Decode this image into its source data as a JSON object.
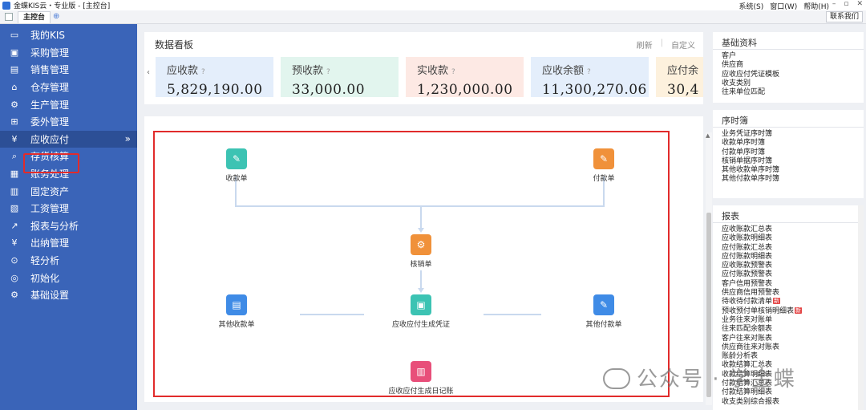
{
  "titlebar": {
    "title": "金蝶KIS云・专业版 - [主控台]",
    "menus": [
      "系统(S)",
      "窗口(W)",
      "帮助(H)"
    ],
    "controls": [
      "–",
      "▫",
      "✕"
    ]
  },
  "tabbar": {
    "main_tab": "主控台",
    "contact": "联系我们"
  },
  "sidebar": {
    "items": [
      {
        "label": "我的KIS",
        "icon": "monitor-icon"
      },
      {
        "label": "采购管理",
        "icon": "cart-icon"
      },
      {
        "label": "销售管理",
        "icon": "sales-icon"
      },
      {
        "label": "仓存管理",
        "icon": "warehouse-icon"
      },
      {
        "label": "生产管理",
        "icon": "gear-icon"
      },
      {
        "label": "委外管理",
        "icon": "grid-icon"
      },
      {
        "label": "应收应付",
        "icon": "invoice-icon"
      },
      {
        "label": "存货核算",
        "icon": "inventory-icon"
      },
      {
        "label": "账务处理",
        "icon": "ledger-icon"
      },
      {
        "label": "固定资产",
        "icon": "building-icon"
      },
      {
        "label": "工资管理",
        "icon": "salary-icon"
      },
      {
        "label": "报表与分析",
        "icon": "chart-icon"
      },
      {
        "label": "出纳管理",
        "icon": "cash-icon"
      },
      {
        "label": "轻分析",
        "icon": "analysis-icon"
      },
      {
        "label": "初始化",
        "icon": "init-icon"
      },
      {
        "label": "基础设置",
        "icon": "settings-icon"
      }
    ],
    "active_index": 6
  },
  "board": {
    "title": "数据看板",
    "actions": [
      "刷新",
      "自定义"
    ],
    "cards": [
      {
        "label": "应收款",
        "value": "5,829,190.00",
        "bg": "#e4eefb"
      },
      {
        "label": "预收款",
        "value": "33,000.00",
        "bg": "#e2f5ee"
      },
      {
        "label": "实收款",
        "value": "1,230,000.00",
        "bg": "#fde9e4"
      },
      {
        "label": "应收余额",
        "value": "11,300,270.06",
        "bg": "#e4eefb"
      },
      {
        "label": "应付余",
        "value": "30,4",
        "bg": "#fdf1dd"
      }
    ]
  },
  "flow": {
    "nodes": {
      "receipt": {
        "label": "收款单",
        "color": "#3cc3b3"
      },
      "payment": {
        "label": "付款单",
        "color": "#f0913a"
      },
      "writeoff": {
        "label": "核销单",
        "color": "#f0913a"
      },
      "other_receipt": {
        "label": "其他收款单",
        "color": "#3f8be6"
      },
      "voucher": {
        "label": "应收应付生成凭证",
        "color": "#3cc3b3"
      },
      "other_payment": {
        "label": "其他付款单",
        "color": "#3f8be6"
      },
      "journal": {
        "label": "应收应付生成日记账",
        "color": "#e84f7a"
      }
    }
  },
  "right": {
    "basic": {
      "title": "基础资料",
      "items": [
        "客户",
        "供应商",
        "应收应付凭证模板",
        "收支类别",
        "往来单位匹配"
      ]
    },
    "sequence": {
      "title": "序时簿",
      "items": [
        "业务凭证序时簿",
        "收款单序时簿",
        "付款单序时簿",
        "核销单据序时簿",
        "其他收款单序时簿",
        "其他付款单序时簿"
      ]
    },
    "reports": {
      "title": "报表",
      "items": [
        "应收账款汇总表",
        "应收账款明细表",
        "应付账款汇总表",
        "应付账款明细表",
        "应收账款预警表",
        "应付账款预警表",
        "客户信用预警表",
        "供应商信用预警表",
        "待收待付款清单",
        "预收预付单核销明细表",
        "业务往来对账单",
        "往来匹配余额表",
        "客户往来对账表",
        "供应商往来对账表",
        "账龄分析表",
        "收款结算汇总表",
        "收款结算明细表",
        "付款结算汇总表",
        "付款结算明细表",
        "收支类别综合报表"
      ],
      "badge": "新"
    }
  },
  "watermark": "公众号 · 学金蝶"
}
